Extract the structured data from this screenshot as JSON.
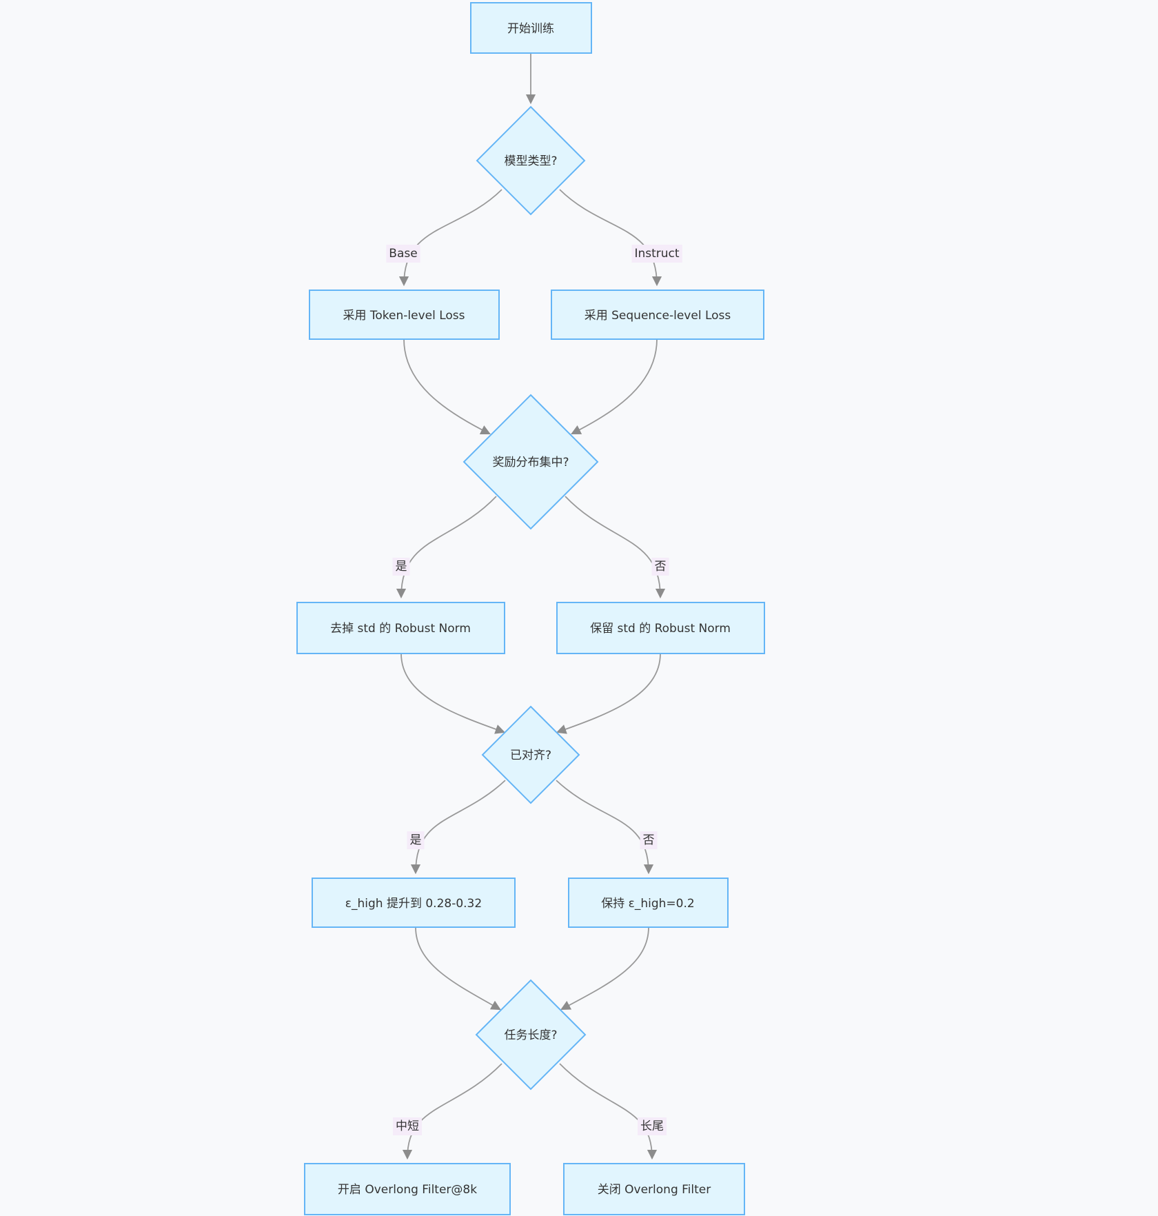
{
  "diagram": {
    "type": "flowchart",
    "direction": "top-down",
    "colors": {
      "background_color": "#f8f9fb",
      "node_fill": "#e1f5fe",
      "node_stroke": "#64b5f6",
      "edge_color": "#999999",
      "arrow_color": "#8c8c8c",
      "edge_label_bg": "#f5ecf9",
      "text_color": "#333333"
    },
    "nodes": {
      "start": {
        "label": "开始训练",
        "type": "process"
      },
      "model_type": {
        "label": "模型类型?",
        "type": "decision"
      },
      "token_loss": {
        "label": "采用 Token-level Loss",
        "type": "process"
      },
      "seq_loss": {
        "label": "采用 Sequence-level Loss",
        "type": "process"
      },
      "reward_concentrated": {
        "label": "奖励分布集中?",
        "type": "decision"
      },
      "drop_std": {
        "label": "去掉 std 的 Robust Norm",
        "type": "process"
      },
      "keep_std": {
        "label": "保留 std 的 Robust Norm",
        "type": "process"
      },
      "aligned": {
        "label": "已对齐?",
        "type": "decision"
      },
      "raise_eps": {
        "label": "ε_high 提升到 0.28-0.32",
        "type": "process"
      },
      "keep_eps": {
        "label": "保持 ε_high=0.2",
        "type": "process"
      },
      "task_length": {
        "label": "任务长度?",
        "type": "decision"
      },
      "filter_on": {
        "label": "开启 Overlong Filter@8k",
        "type": "process"
      },
      "filter_off": {
        "label": "关闭 Overlong Filter",
        "type": "process"
      }
    },
    "edge_labels": {
      "base": "Base",
      "instruct": "Instruct",
      "reward_yes": "是",
      "reward_no": "否",
      "aligned_yes": "是",
      "aligned_no": "否",
      "length_short": "中短",
      "length_long": "长尾"
    },
    "edges": [
      {
        "from": "start",
        "to": "model_type",
        "label": ""
      },
      {
        "from": "model_type",
        "to": "token_loss",
        "label": "Base"
      },
      {
        "from": "model_type",
        "to": "seq_loss",
        "label": "Instruct"
      },
      {
        "from": "token_loss",
        "to": "reward_concentrated",
        "label": ""
      },
      {
        "from": "seq_loss",
        "to": "reward_concentrated",
        "label": ""
      },
      {
        "from": "reward_concentrated",
        "to": "drop_std",
        "label": "是"
      },
      {
        "from": "reward_concentrated",
        "to": "keep_std",
        "label": "否"
      },
      {
        "from": "drop_std",
        "to": "aligned",
        "label": ""
      },
      {
        "from": "keep_std",
        "to": "aligned",
        "label": ""
      },
      {
        "from": "aligned",
        "to": "raise_eps",
        "label": "是"
      },
      {
        "from": "aligned",
        "to": "keep_eps",
        "label": "否"
      },
      {
        "from": "raise_eps",
        "to": "task_length",
        "label": ""
      },
      {
        "from": "keep_eps",
        "to": "task_length",
        "label": ""
      },
      {
        "from": "task_length",
        "to": "filter_on",
        "label": "中短"
      },
      {
        "from": "task_length",
        "to": "filter_off",
        "label": "长尾"
      }
    ]
  }
}
